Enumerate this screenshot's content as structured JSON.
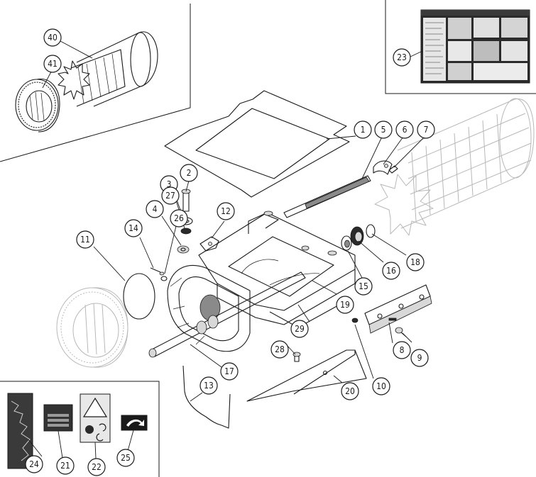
{
  "callouts": [
    {
      "id": "c1",
      "label": "1"
    },
    {
      "id": "c2",
      "label": "2"
    },
    {
      "id": "c3",
      "label": "3"
    },
    {
      "id": "c4",
      "label": "4"
    },
    {
      "id": "c5",
      "label": "5"
    },
    {
      "id": "c6",
      "label": "6"
    },
    {
      "id": "c7",
      "label": "7"
    },
    {
      "id": "c8",
      "label": "8"
    },
    {
      "id": "c9",
      "label": "9"
    },
    {
      "id": "c10",
      "label": "10"
    },
    {
      "id": "c11",
      "label": "11"
    },
    {
      "id": "c12",
      "label": "12"
    },
    {
      "id": "c13",
      "label": "13"
    },
    {
      "id": "c14",
      "label": "14"
    },
    {
      "id": "c15",
      "label": "15"
    },
    {
      "id": "c16",
      "label": "16"
    },
    {
      "id": "c17",
      "label": "17"
    },
    {
      "id": "c18",
      "label": "18"
    },
    {
      "id": "c19",
      "label": "19"
    },
    {
      "id": "c20",
      "label": "20"
    },
    {
      "id": "c21",
      "label": "21"
    },
    {
      "id": "c22",
      "label": "22"
    },
    {
      "id": "c23",
      "label": "23"
    },
    {
      "id": "c24",
      "label": "24"
    },
    {
      "id": "c25",
      "label": "25"
    },
    {
      "id": "c26",
      "label": "26"
    },
    {
      "id": "c27",
      "label": "27"
    },
    {
      "id": "c28",
      "label": "28"
    },
    {
      "id": "c29",
      "label": "29"
    },
    {
      "id": "c40",
      "label": "40"
    },
    {
      "id": "c41",
      "label": "41"
    }
  ]
}
